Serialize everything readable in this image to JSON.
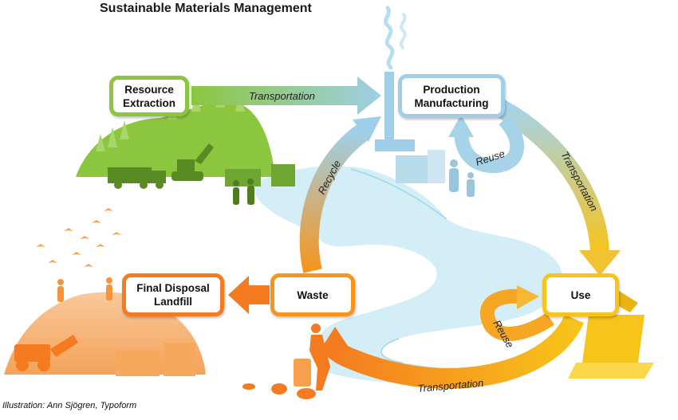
{
  "title": "Sustainable Materials Management",
  "credit": "Illustration: Ann Sjögren, Typoform",
  "nodes": {
    "resource_extraction": [
      "Resource",
      "Extraction"
    ],
    "production": [
      "Production",
      "Manufacturing"
    ],
    "use": "Use",
    "waste": "Waste",
    "final_disposal": [
      "Final Disposal",
      "Landfill"
    ]
  },
  "flows": {
    "extraction_to_production": "Transportation",
    "production_to_use": "Transportation",
    "use_to_waste": "Transportation",
    "reuse_production": "Reuse",
    "reuse_use": "Reuse",
    "recycle": "Recycle"
  },
  "colors": {
    "green": "#8cc63f",
    "light_blue": "#9fcfe8",
    "yellow": "#f8c31a",
    "orange": "#f7941d",
    "dark_orange": "#f47b20",
    "water": "#cfeef6"
  }
}
